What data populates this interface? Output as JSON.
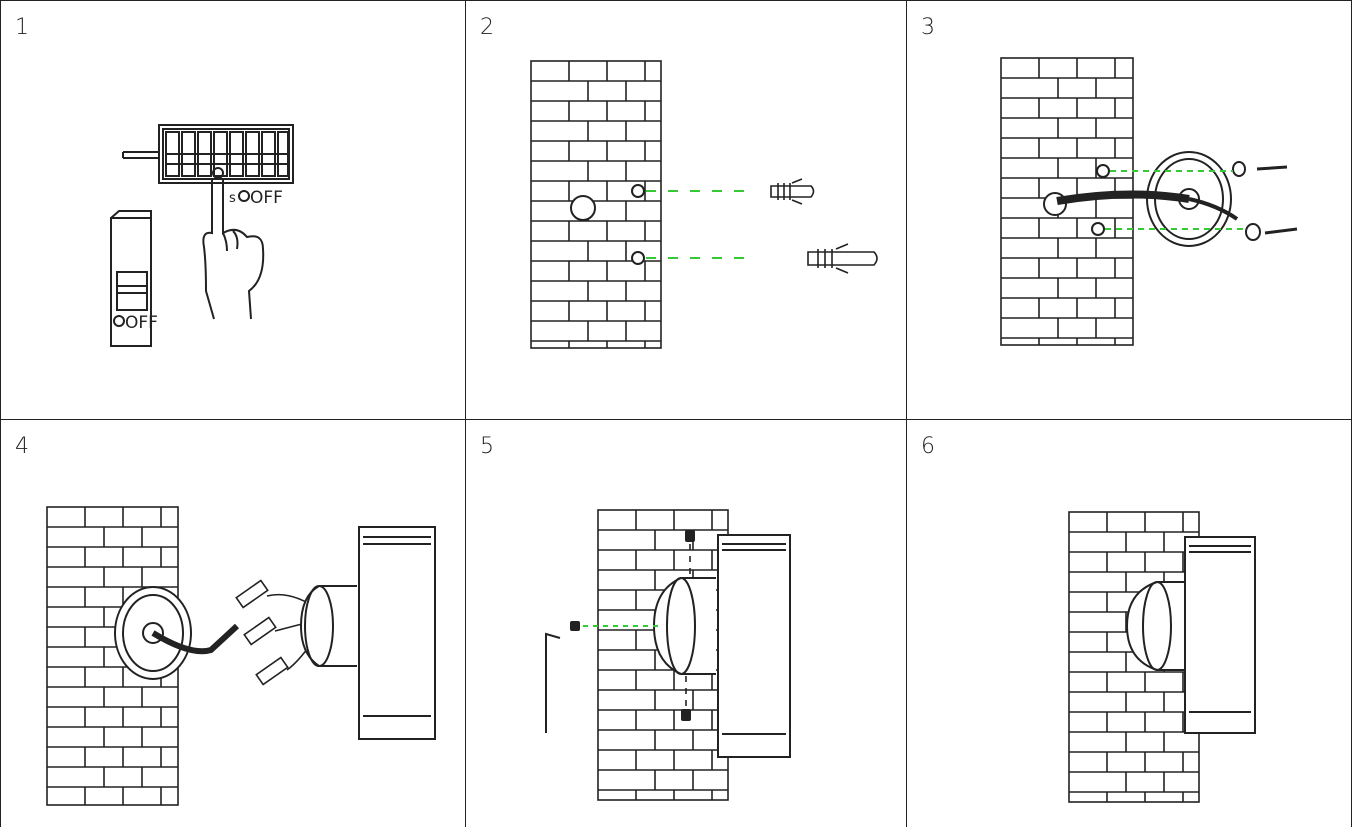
{
  "steps": [
    {
      "number": "1",
      "labels": {
        "switch_off": "OFF",
        "breaker_off": "OFF"
      }
    },
    {
      "number": "2"
    },
    {
      "number": "3"
    },
    {
      "number": "4"
    },
    {
      "number": "5"
    },
    {
      "number": "6"
    }
  ],
  "colors": {
    "line": "#222222",
    "guide": "#35c935"
  }
}
